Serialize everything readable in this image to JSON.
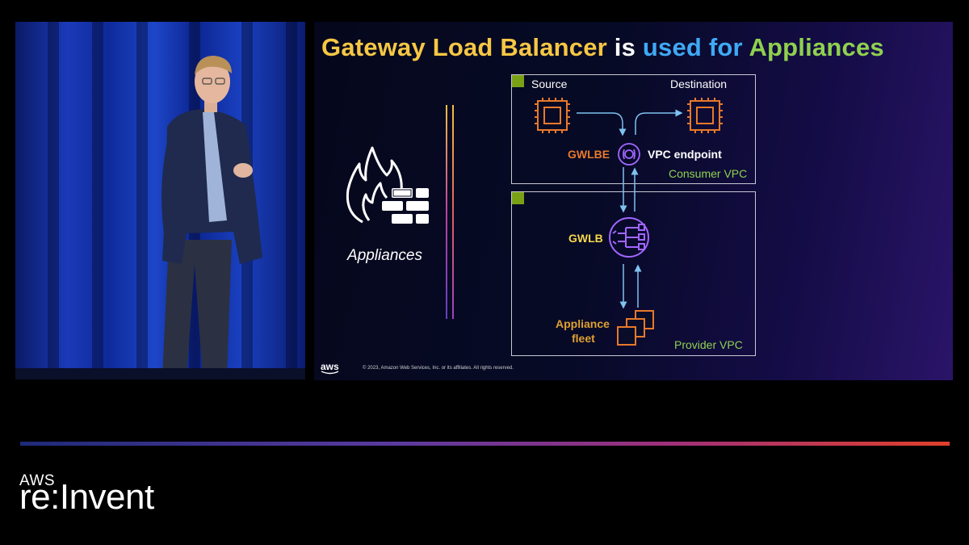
{
  "slide": {
    "title_part1": "Gateway Load Balancer",
    "title_part2": "is",
    "title_part3": "used for",
    "title_part4": "Appliances",
    "appliances_label": "Appliances",
    "source_label": "Source",
    "destination_label": "Destination",
    "gwlbe_label": "GWLBE",
    "vpc_endpoint_label": "VPC endpoint",
    "consumer_vpc_label": "Consumer VPC",
    "gwlb_label": "GWLB",
    "appliance_fleet_line1": "Appliance",
    "appliance_fleet_line2": "fleet",
    "provider_vpc_label": "Provider VPC",
    "aws_logo_text": "aws",
    "copyright": "© 2023, Amazon Web Services, Inc. or its affiliates. All rights reserved."
  },
  "branding": {
    "aws": "AWS",
    "event": "re:Invent"
  },
  "colors": {
    "title_yellow": "#f6c744",
    "title_blue": "#3fa9f5",
    "title_green": "#8fd14f",
    "orange": "#e8792a",
    "purple": "#a166ff",
    "arrow_blue": "#7fc2f0"
  },
  "icons": [
    "flame-icon",
    "firewall-brick-icon",
    "ec2-instance-icon",
    "vpc-endpoint-icon",
    "gateway-load-balancer-icon",
    "appliance-fleet-icon",
    "vpc-cloud-icon"
  ]
}
